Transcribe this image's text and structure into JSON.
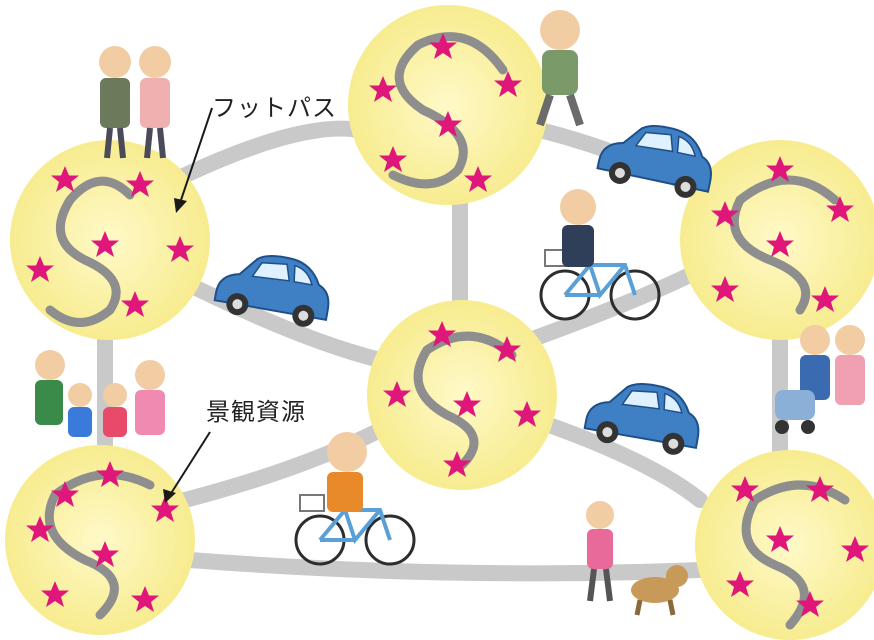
{
  "labels": {
    "footpath": "フットパス",
    "landscape_resource": "景観資源"
  },
  "colors": {
    "path": "#c9c9c9",
    "trail": "#8e8e8e",
    "circle": "#fbf3a6",
    "star": "#e0177a",
    "car": "#3f7fc4"
  },
  "icons": [
    "landscape-circle",
    "star-icon",
    "car-icon",
    "bicycle-icon",
    "walker-icon",
    "dog-icon",
    "stroller-icon"
  ]
}
